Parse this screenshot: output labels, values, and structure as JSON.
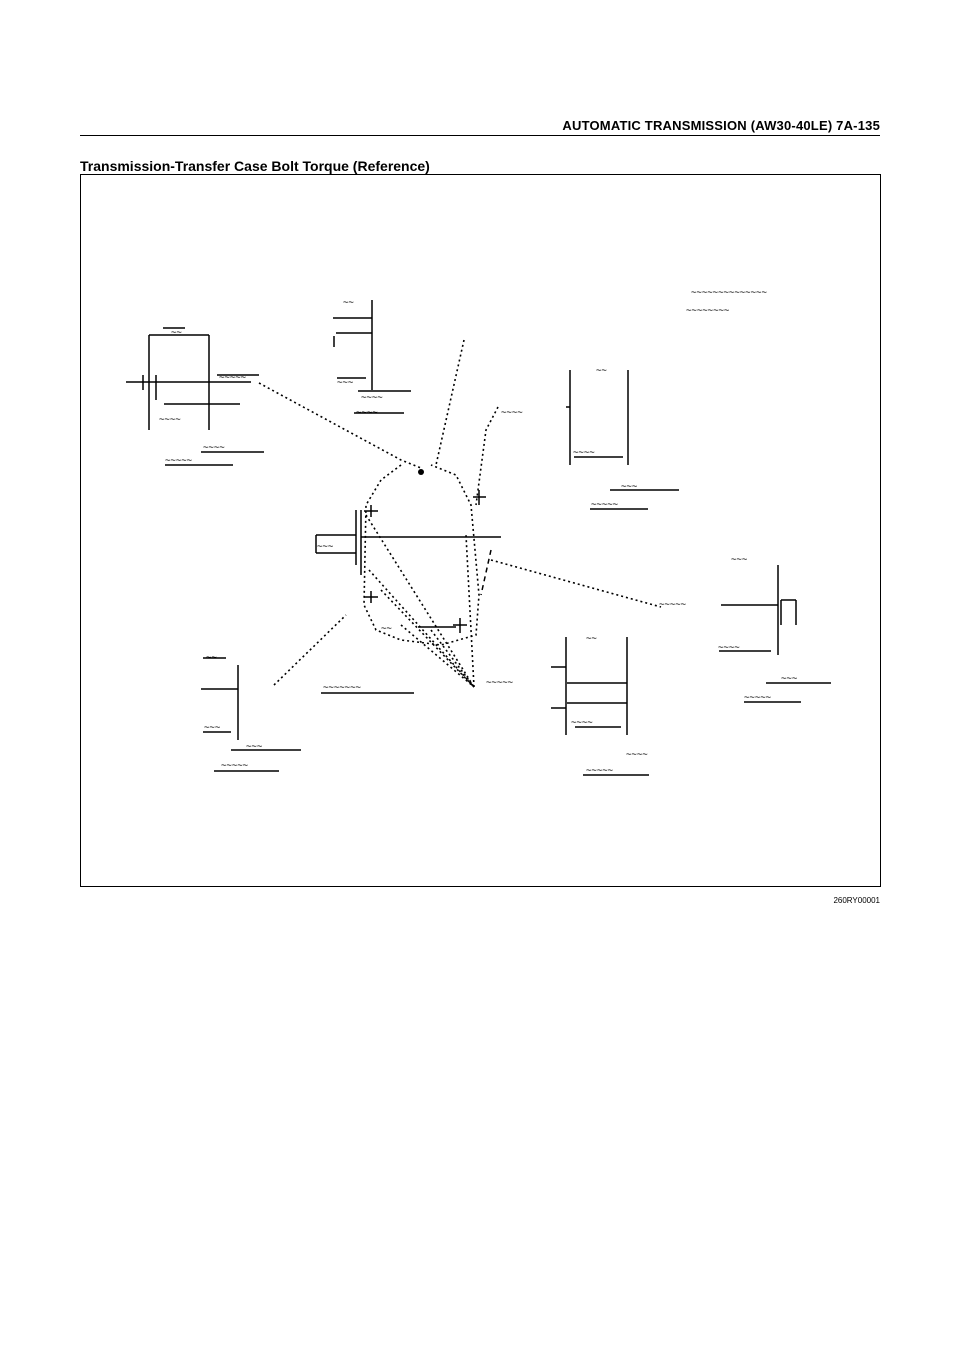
{
  "header": {
    "title": "AUTOMATIC TRANSMISSION (AW30-40LE)  7A-135"
  },
  "section": {
    "title": "Transmission-Transfer Case Bolt Torque (Reference)"
  },
  "figure": {
    "code": "260RY00001"
  }
}
